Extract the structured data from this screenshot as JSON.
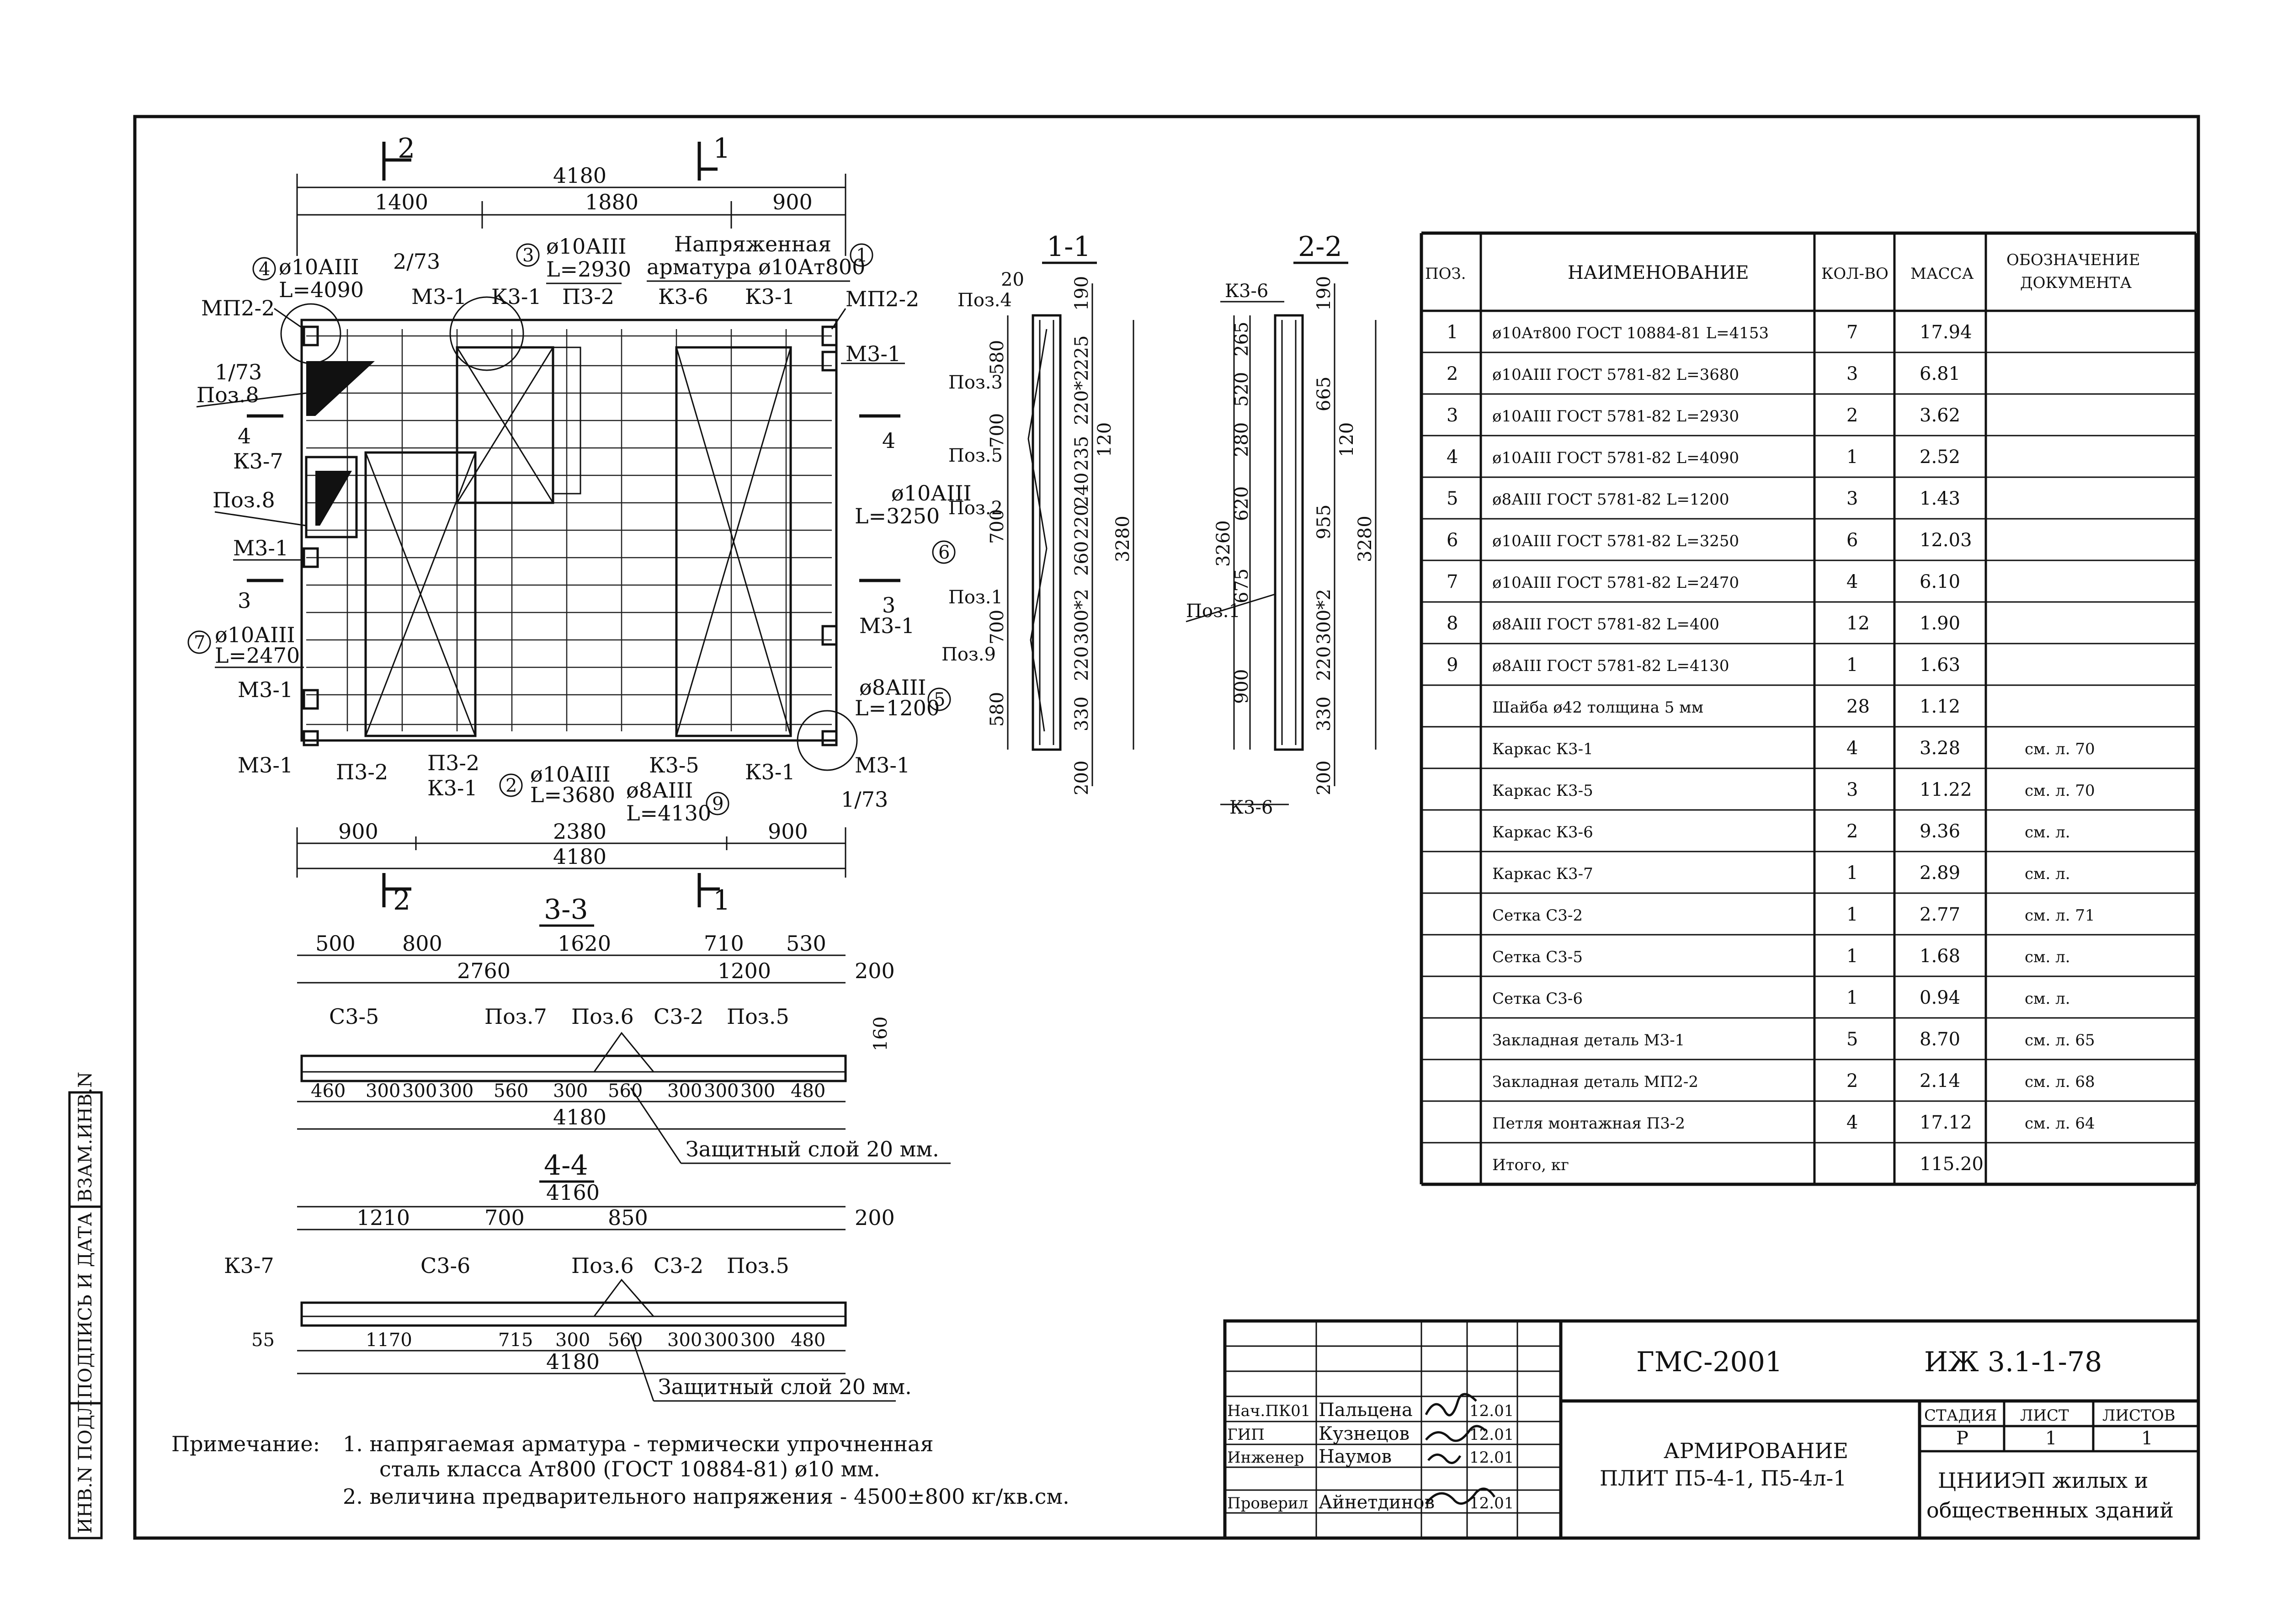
{
  "title_block": {
    "project": "ГМС-2001",
    "series": "ИЖ 3.1-1-78",
    "title_line1": "АРМИРОВАНИЕ",
    "title_line2": "ПЛИТ П5-4-1, П5-4л-1",
    "org_line1": "ЦНИИЭП жилых и",
    "org_line2": "общественных зданий",
    "stage_header": "СТАДИЯ",
    "sheet_header": "ЛИСТ",
    "sheets_header": "ЛИСТОВ",
    "stage": "Р",
    "sheet": "1",
    "sheets": "1",
    "signatures": [
      {
        "role": "Нач.ПК01",
        "name": "Пальцена",
        "date": "12.01"
      },
      {
        "role": "ГИП",
        "name": "Кузнецов",
        "date": "12.01"
      },
      {
        "role": "Инженер",
        "name": "Наумов",
        "date": "12.01"
      },
      {
        "role": "Проверил",
        "name": "Айнетдинов",
        "date": "12.01"
      }
    ]
  },
  "side_stamp": [
    "ИНВ.N ПОДЛ",
    "ПОДПИСЬ И ДАТА",
    "ВЗАМ.ИНВ.N"
  ],
  "spec_table": {
    "headers": [
      "ПОЗ.",
      "НАИМЕНОВАНИЕ",
      "КОЛ-ВО",
      "МАССА",
      "ОБОЗНАЧЕНИЕ",
      "ДОКУМЕНТА"
    ],
    "rows": [
      [
        "1",
        "ø10Ат800 ГОСТ 10884-81 L=4153",
        "7",
        "17.94",
        ""
      ],
      [
        "2",
        "ø10АIII  ГОСТ 5781-82  L=3680",
        "3",
        "6.81",
        ""
      ],
      [
        "3",
        "ø10АIII  ГОСТ 5781-82  L=2930",
        "2",
        "3.62",
        ""
      ],
      [
        "4",
        "ø10АIII  ГОСТ 5781-82  L=4090",
        "1",
        "2.52",
        ""
      ],
      [
        "5",
        "ø8АIII   ГОСТ 5781-82  L=1200",
        "3",
        "1.43",
        ""
      ],
      [
        "6",
        "ø10АIII  ГОСТ 5781-82  L=3250",
        "6",
        "12.03",
        ""
      ],
      [
        "7",
        "ø10АIII  ГОСТ 5781-82  L=2470",
        "4",
        "6.10",
        ""
      ],
      [
        "8",
        "ø8АIII   ГОСТ 5781-82   L=400",
        "12",
        "1.90",
        ""
      ],
      [
        "9",
        "ø8АIII   ГОСТ 5781-82  L=4130",
        "1",
        "1.63",
        ""
      ],
      [
        "",
        "Шайба ø42 толщина 5 мм",
        "28",
        "1.12",
        ""
      ],
      [
        "",
        "Каркас К3-1",
        "4",
        "3.28",
        "см. л. 70"
      ],
      [
        "",
        "Каркас К3-5",
        "3",
        "11.22",
        "см. л. 70"
      ],
      [
        "",
        "Каркас К3-6",
        "2",
        "9.36",
        "см. л."
      ],
      [
        "",
        "Каркас К3-7",
        "1",
        "2.89",
        "см. л."
      ],
      [
        "",
        "Сетка С3-2",
        "1",
        "2.77",
        "см. л. 71"
      ],
      [
        "",
        "Сетка С3-5",
        "1",
        "1.68",
        "см. л."
      ],
      [
        "",
        "Сетка С3-6",
        "1",
        "0.94",
        "см. л."
      ],
      [
        "",
        "Закладная деталь М3-1",
        "5",
        "8.70",
        "см. л. 65"
      ],
      [
        "",
        "Закладная деталь МП2-2",
        "2",
        "2.14",
        "см. л. 68"
      ],
      [
        "",
        "Петля монтажная П3-2",
        "4",
        "17.12",
        "см. л. 64"
      ],
      [
        "",
        "Итого, кг",
        "",
        "115.20",
        ""
      ]
    ]
  },
  "notes": {
    "label": "Примечание:",
    "line1": "1. напрягаемая арматура - термически упрочненная",
    "line2": "сталь класса Ат800 (ГОСТ 10884-81) ø10 мм.",
    "line3": "2. величина предварительного напряжения - 4500±800 кг/кв.см."
  },
  "plan": {
    "dim_total_top": "4180",
    "dim_top": [
      "1400",
      "1880",
      "900"
    ],
    "dim_bottom": [
      "900",
      "2380",
      "900"
    ],
    "dim_total_bottom": "4180",
    "section_marks": [
      "2",
      "1"
    ],
    "callouts": {
      "pos4": "ø10АIII",
      "pos4_len": "L=4090",
      "pos3": "ø10АIII",
      "pos3_len": "L=2930",
      "prestress1": "Напряженная",
      "prestress2": "арматура ø10Ат800",
      "pos6": "ø10АIII",
      "pos6_len": "L=3250",
      "pos7": "ø10АIII",
      "pos7_len": "L=2470",
      "pos5": "ø8АIII",
      "pos5_len": "L=1200",
      "pos2": "ø10АIII",
      "pos2_len": "L=3680",
      "pos9": "ø8АIII",
      "pos9_len": "L=4130"
    },
    "labels": [
      "МП2-2",
      "МП2-2",
      "1/73",
      "2/73",
      "Поз.8",
      "К3-7",
      "Поз.8",
      "М3-1",
      "М3-1",
      "М3-1",
      "М3-1",
      "М3-1",
      "М3-1",
      "М3-1",
      "К3-1",
      "П3-2",
      "К3-6",
      "К3-1",
      "П3-2",
      "П3-2",
      "К3-1",
      "К3-5",
      "К3-1",
      "П3-2",
      "1/73"
    ],
    "circle_nums": [
      "4",
      "3",
      "1",
      "6",
      "7",
      "5",
      "2",
      "9"
    ],
    "section_cut_labels": [
      "4",
      "4",
      "3",
      "3"
    ]
  },
  "section_11": {
    "title": "1-1",
    "left_dims": [
      "580",
      "700",
      "700",
      "700",
      "580"
    ],
    "top_dim": "20",
    "right_dims": [
      "190",
      "225",
      "220*2",
      "235",
      "240",
      "220",
      "260",
      "300*2",
      "220",
      "330",
      "200"
    ],
    "right_extra": "120",
    "total": "3280",
    "labels": [
      "Поз.4",
      "Поз.3",
      "Поз.5",
      "Поз.2",
      "Поз.1",
      "Поз.9"
    ]
  },
  "section_22": {
    "title": "2-2",
    "left_dims": [
      "265",
      "520",
      "280",
      "620",
      "675",
      "900"
    ],
    "left_total": "3260",
    "right_dims": [
      "190",
      "665",
      "955",
      "300*2",
      "220",
      "330",
      "200"
    ],
    "right_extra": "120",
    "total": "3280",
    "labels": [
      "К3-6",
      "Поз.1",
      "К3-6"
    ]
  },
  "section_33": {
    "title": "3-3",
    "top_dims": [
      "500",
      "800",
      "1620",
      "710",
      "530"
    ],
    "top_dims2": [
      "2760",
      "1200",
      "200"
    ],
    "height": "160",
    "bottom_dims": [
      "460",
      "300",
      "300",
      "300",
      "560",
      "300",
      "560",
      "300",
      "300",
      "300",
      "480"
    ],
    "total": "4180",
    "labels": [
      "С3-5",
      "Поз.7",
      "Поз.6",
      "С3-2",
      "Поз.5"
    ],
    "cover": "Защитный слой 20 мм."
  },
  "section_44": {
    "title": "4-4",
    "total_top": "4160",
    "top_dims": [
      "1210",
      "700",
      "850",
      "200"
    ],
    "bottom_dims": [
      "55",
      "1170",
      "715",
      "300",
      "560",
      "300",
      "300",
      "300",
      "480"
    ],
    "total": "4180",
    "labels": [
      "К3-7",
      "С3-6",
      "Поз.6",
      "С3-2",
      "Поз.5"
    ],
    "cover": "Защитный слой 20 мм."
  }
}
